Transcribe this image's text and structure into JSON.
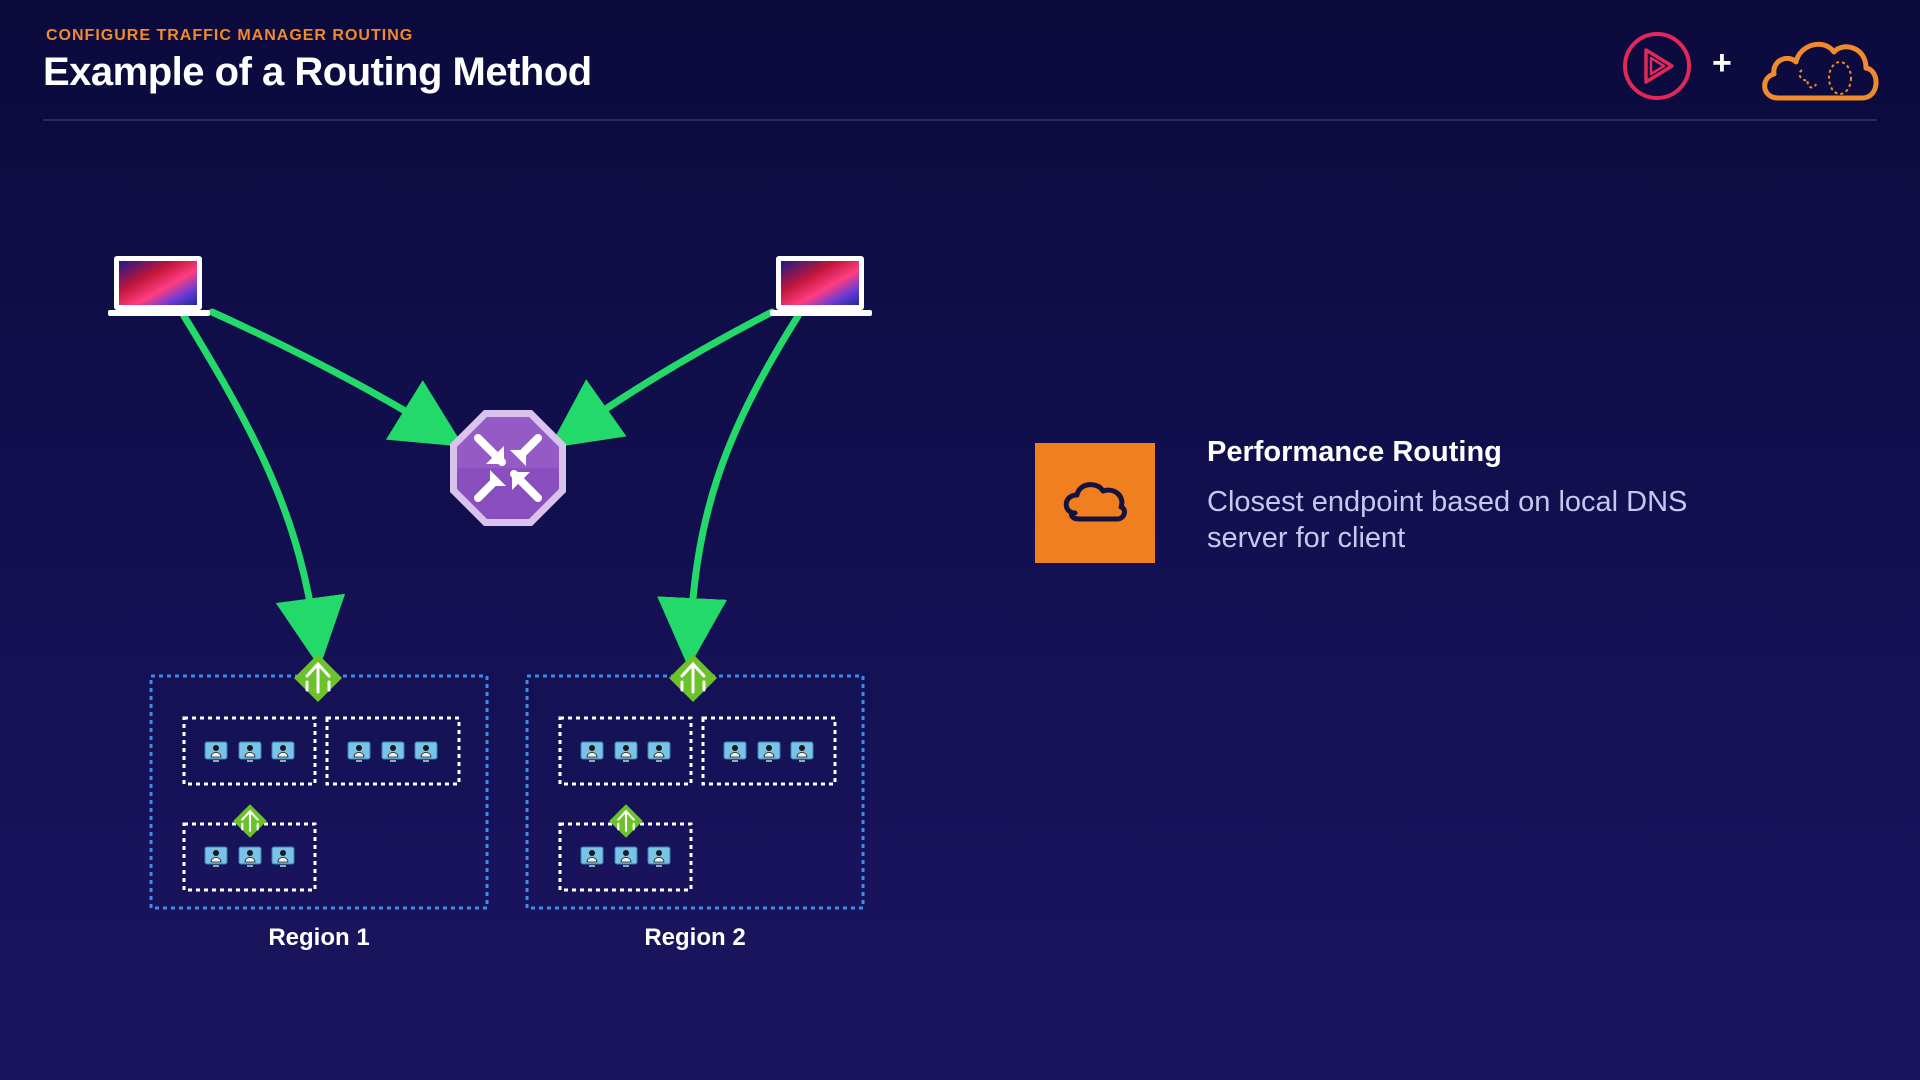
{
  "header": {
    "eyebrow": "CONFIGURE TRAFFIC MANAGER ROUTING",
    "title": "Example of a Routing Method",
    "brand_separator": "+"
  },
  "diagram": {
    "regions": [
      {
        "label": "Region 1"
      },
      {
        "label": "Region 2"
      }
    ],
    "icons": {
      "client": "laptop-icon",
      "traffic_manager": "traffic-manager-icon",
      "load_balancer": "load-balancer-icon",
      "vm": "virtual-machine-icon"
    },
    "colors": {
      "arrow": "#22d96a",
      "region_border": "#3b8cf0",
      "subnet_border": "#ffffff",
      "traffic_manager": "#8a4fbf"
    }
  },
  "callout": {
    "icon": "cloud-icon",
    "title": "Performance Routing",
    "text": "Closest endpoint based on local DNS server for client",
    "color": "#f0801f"
  },
  "colors": {
    "accent": "#f08a2c",
    "background": "#0b0a3c"
  }
}
